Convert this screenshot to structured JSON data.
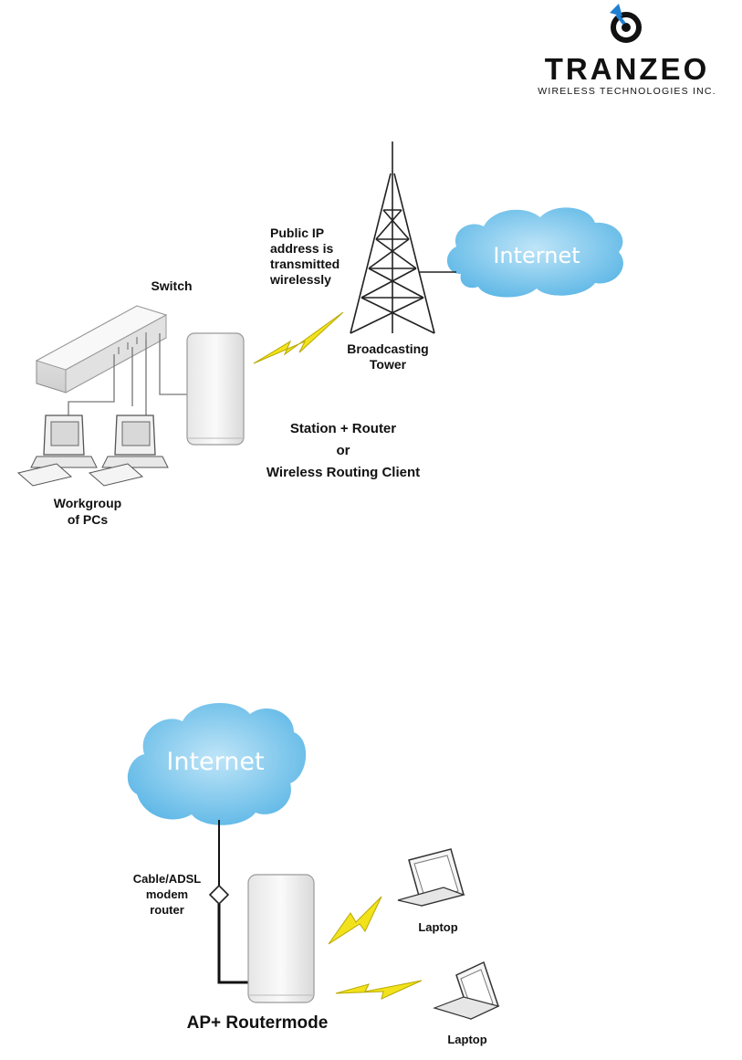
{
  "logo": {
    "wordmark": "TRANZEO",
    "tagline": "WIRELESS TECHNOLOGIES INC.",
    "colors": {
      "dark": "#111111",
      "accent": "#1f7fd0"
    }
  },
  "diagram1": {
    "internet_label": "Internet",
    "tower_note": [
      "Public IP",
      "address is",
      "transmitted",
      "wirelessly"
    ],
    "tower_label": [
      "Broadcasting",
      "Tower"
    ],
    "switch_label": "Switch",
    "mode_label": [
      "Station + Router",
      "or",
      "Wireless Routing Client"
    ],
    "workgroup_label": [
      "Workgroup",
      "of PCs"
    ]
  },
  "diagram2": {
    "internet_label": "Internet",
    "modem_label": [
      "Cable/ADSL",
      "modem",
      "router"
    ],
    "laptop_label_1": "Laptop",
    "laptop_label_2": "Laptop",
    "mode_label": "AP+ Routermode"
  },
  "colors": {
    "cloud": "#7cc6ec",
    "cloud_light": "#b9e2f6",
    "lightning": "#f2e21c",
    "device": "#f2f2f2",
    "line": "#333333"
  }
}
